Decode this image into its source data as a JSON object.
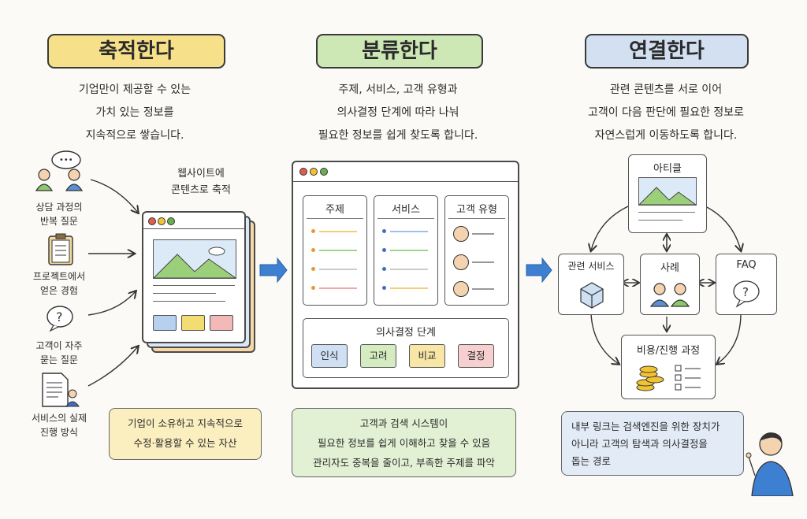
{
  "columns": [
    {
      "title": "축적한다",
      "color": "#f6e089",
      "desc": [
        "기업만이 제공할 수 있는",
        "가치 있는 정보를",
        "지속적으로 쌓습니다."
      ]
    },
    {
      "title": "분류한다",
      "color": "#cde8b5",
      "desc": [
        "주제, 서비스, 고객 유형과",
        "의사결정 단계에 따라 나눠",
        "필요한 정보를 쉽게 찾도록 합니다."
      ]
    },
    {
      "title": "연결한다",
      "color": "#d3e0f2",
      "desc": [
        "관련 콘텐츠를 서로 이어",
        "고객이 다음 판단에 필요한 정보로",
        "자연스럽게 이동하도록 합니다."
      ]
    }
  ],
  "sources": [
    {
      "icon": "people-chat-icon",
      "label": [
        "상담 과정의",
        "반복 질문"
      ]
    },
    {
      "icon": "clipboard-icon",
      "label": [
        "프로젝트에서",
        "얻은 경험"
      ]
    },
    {
      "icon": "question-bubble-icon",
      "label": [
        "고객이 자주",
        "묻는 질문"
      ]
    },
    {
      "icon": "document-person-icon",
      "label": [
        "서비스의 실제",
        "진행 방식"
      ]
    }
  ],
  "website_caption": [
    "웹사이트에",
    "콘텐츠로 축적"
  ],
  "accumulate_note": [
    "기업이 소유하고 지속적으로",
    "수정·활용할 수 있는 자산"
  ],
  "classify": {
    "categories": [
      "주제",
      "서비스",
      "고객 유형"
    ],
    "decision_title": "의사결정 단계",
    "stages": [
      {
        "label": "인식",
        "color": "#cfe0f4"
      },
      {
        "label": "고려",
        "color": "#d4ecc0"
      },
      {
        "label": "비교",
        "color": "#f8e6a6"
      },
      {
        "label": "결정",
        "color": "#f6cfcf"
      }
    ],
    "note": [
      "고객과 검색 시스템이",
      "필요한 정보를 쉽게 이해하고 찾을 수 있음",
      "관리자도 중복을 줄이고, 부족한 주제를 파악"
    ]
  },
  "connect": {
    "article": "아티클",
    "related": "관련 서비스",
    "case": "사례",
    "faq": "FAQ",
    "cost": "비용/진행 과정",
    "note": [
      "내부 링크는 검색엔진을 위한 장치가",
      "아니라 고객의 탐색과 의사결정을",
      "돕는 경로"
    ]
  }
}
